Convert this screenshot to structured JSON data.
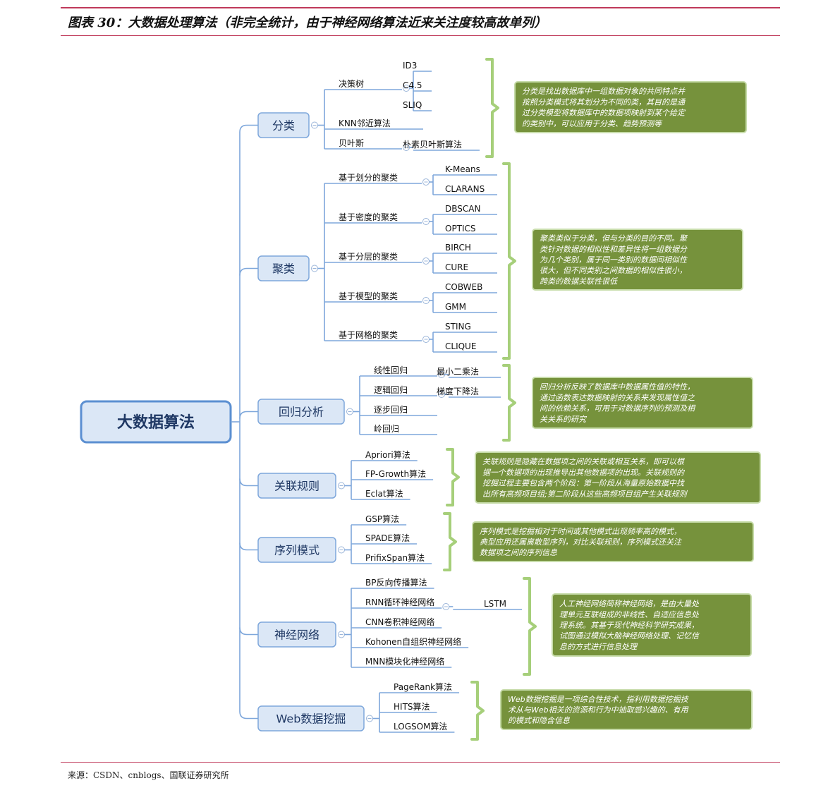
{
  "title": "图表 30：大数据处理算法（非完全统计，由于神经网络算法近来关注度较高故单列）",
  "source": "来源：CSDN、cnblogs、国联证券研究所",
  "colors": {
    "accent_rule": "#c0395a",
    "node_blue": "#7ea7db",
    "note_green": "#76923c",
    "brace_green": "#a6cf7a"
  },
  "root": {
    "label": "大数据算法"
  },
  "categories": [
    {
      "label": "分类",
      "children": [
        {
          "label": "决策树",
          "children": [
            "ID3",
            "C4.5",
            "SLIQ"
          ]
        },
        {
          "label": "KNN邻近算法",
          "children": []
        },
        {
          "label": "贝叶斯",
          "children": [
            "朴素贝叶斯算法"
          ]
        }
      ],
      "note": [
        "分类是找出数据库中一组数据对象的共同特点并",
        "按照分类模式将其划分为不同的类，其目的是通",
        "过分类模型将数据库中的数据项映射到某个给定",
        "的类别中，可以应用于分类、趋势预测等"
      ]
    },
    {
      "label": "聚类",
      "children": [
        {
          "label": "基于划分的聚类",
          "children": [
            "K-Means",
            "CLARANS"
          ]
        },
        {
          "label": "基于密度的聚类",
          "children": [
            "DBSCAN",
            "OPTICS"
          ]
        },
        {
          "label": "基于分层的聚类",
          "children": [
            "BIRCH",
            "CURE"
          ]
        },
        {
          "label": "基于模型的聚类",
          "children": [
            "COBWEB",
            "GMM"
          ]
        },
        {
          "label": "基于网格的聚类",
          "children": [
            "STING",
            "CLIQUE"
          ]
        }
      ],
      "note": [
        "聚类类似于分类，但与分类的目的不同。聚",
        "类针对数据的相似性和差异性将一组数据分",
        "为几个类别，属于同一类别的数据间相似性",
        "很大，但不同类别之间数据的相似性很小，",
        "跨类的数据关联性很低"
      ]
    },
    {
      "label": "回归分析",
      "children": [
        {
          "label": "线性回归",
          "children": [
            "最小二乘法"
          ]
        },
        {
          "label": "逻辑回归",
          "children": [
            "梯度下降法"
          ]
        },
        {
          "label": "逐步回归",
          "children": []
        },
        {
          "label": "岭回归",
          "children": []
        }
      ],
      "note": [
        "回归分析反映了数据库中数据属性值的特性，",
        "通过函数表达数据映射的关系来发现属性值之",
        "间的依赖关系，可用于对数据序列的预测及相",
        "关关系的研究"
      ]
    },
    {
      "label": "关联规则",
      "children": [
        {
          "label": "Apriori算法",
          "children": []
        },
        {
          "label": "FP-Growth算法",
          "children": []
        },
        {
          "label": "Eclat算法",
          "children": []
        }
      ],
      "note": [
        "关联规则是隐藏在数据项之间的关联或相互关系，即可以根",
        "据一个数据项的出现推导出其他数据项的出现。关联规则的",
        "挖掘过程主要包含两个阶段：第一阶段从海量原始数据中找",
        "出所有高频项目组;第二阶段从这些高频项目组产生关联规则"
      ]
    },
    {
      "label": "序列模式",
      "children": [
        {
          "label": "GSP算法",
          "children": []
        },
        {
          "label": "SPADE算法",
          "children": []
        },
        {
          "label": "PrifixSpan算法",
          "children": []
        }
      ],
      "note": [
        "序列模式是挖掘相对于时间或其他模式出现频率高的模式，",
        "典型应用还属离散型序列，对比关联规则，序列模式还关注",
        "数据项之间的序列信息"
      ]
    },
    {
      "label": "神经网络",
      "children": [
        {
          "label": "BP反向传播算法",
          "children": []
        },
        {
          "label": "RNN循环神经网络",
          "children": [
            "LSTM"
          ]
        },
        {
          "label": "CNN卷积神经网络",
          "children": []
        },
        {
          "label": "Kohonen自组织神经网络",
          "children": []
        },
        {
          "label": "MNN模块化神经网络",
          "children": []
        }
      ],
      "note": [
        "人工神经网络简称神经网络，是由大量处",
        "理单元互联组成的非线性、自适应信息处",
        "理系统。其基于现代神经科学研究成果，",
        "试图通过模拟大脑神经网络处理、记忆信",
        "息的方式进行信息处理"
      ]
    },
    {
      "label": "Web数据挖掘",
      "children": [
        {
          "label": "PageRank算法",
          "children": []
        },
        {
          "label": "HITS算法",
          "children": []
        },
        {
          "label": "LOGSOM算法",
          "children": []
        }
      ],
      "note": [
        "Web数据挖掘是一项综合性技术，指利用数据挖掘技",
        "术从与Web相关的资源和行为中抽取感兴趣的、有用",
        "的模式和隐含信息"
      ]
    }
  ]
}
